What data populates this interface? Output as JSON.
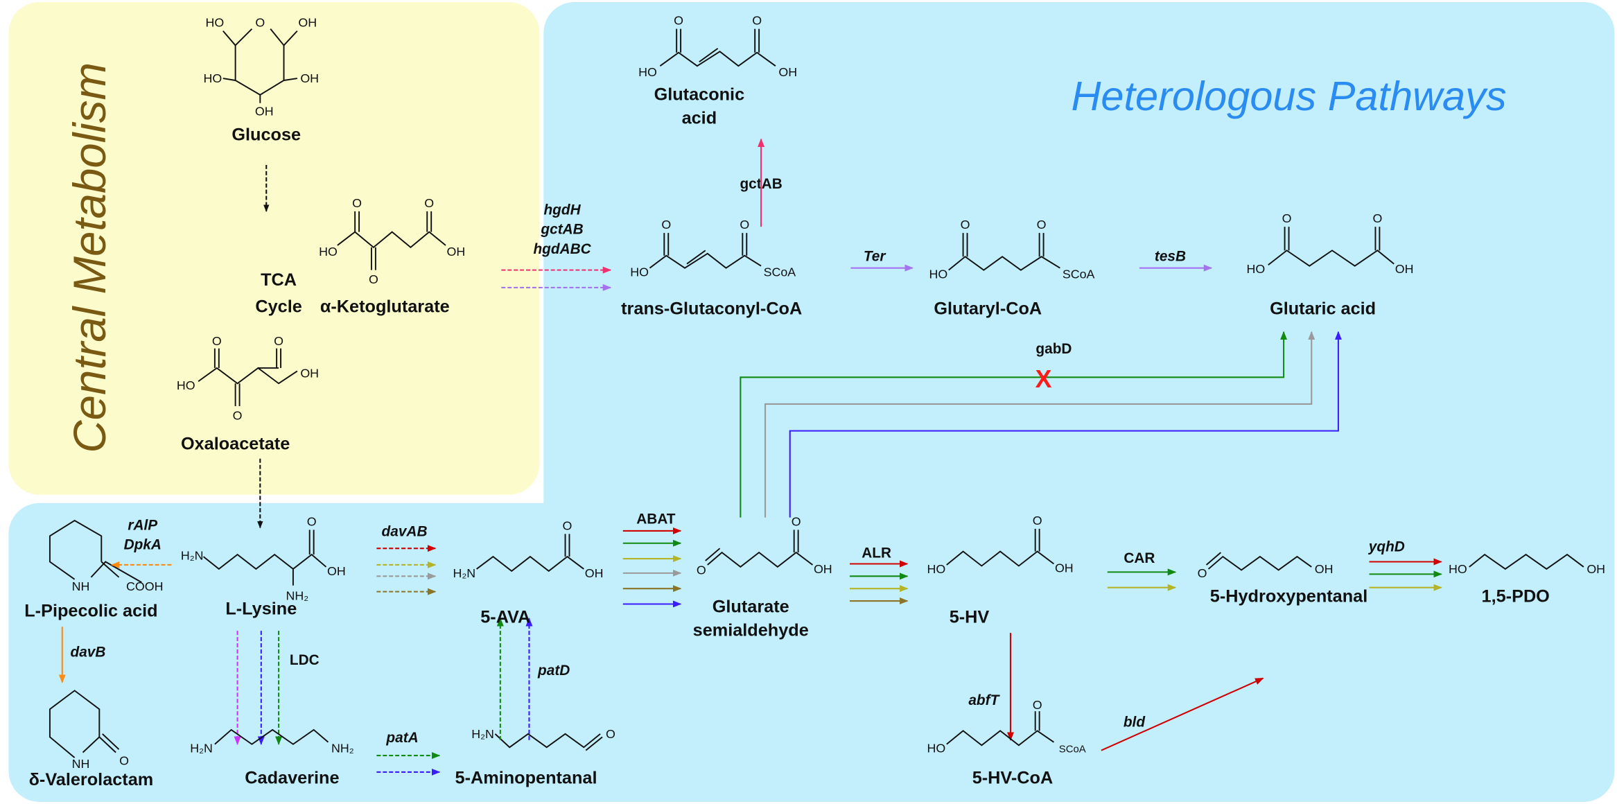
{
  "panels": {
    "central_title": "Central Metabolism",
    "heterologous_title": "Heterologous Pathways"
  },
  "atoms": {
    "HO": "HO",
    "OH": "OH",
    "O": "O",
    "H2N": "H₂N",
    "NH2": "NH₂",
    "NH": "NH",
    "COOH": "COOH",
    "SCoA": "SCoA"
  },
  "compounds": {
    "glucose": "Glucose",
    "tca1": "TCA",
    "tca2": "Cycle",
    "akg": "α-Ketoglutarate",
    "oxaloacetate": "Oxaloacetate",
    "glutaconic1": "Glutaconic",
    "glutaconic2": "acid",
    "glutaconyl_coa": "trans-Glutaconyl-CoA",
    "glutaryl_coa": "Glutaryl-CoA",
    "glutaric_acid": "Glutaric acid",
    "pipecolic": "L-Pipecolic acid",
    "lysine": "L-Lysine",
    "ava": "5-AVA",
    "gsa1": "Glutarate",
    "gsa2": "semialdehyde",
    "hv": "5-HV",
    "hydroxypentanal": "5-Hydroxypentanal",
    "pdo": "1,5-PDO",
    "valerolactam": "δ-Valerolactam",
    "cadaverine": "Cadaverine",
    "aminopentanal": "5-Aminopentanal",
    "hv_coa": "5-HV-CoA"
  },
  "enzymes": {
    "hgdH": "hgdH",
    "gctAB": "gctAB",
    "hgdABC": "hgdABC",
    "gctAB_up": "gctAB",
    "ter": "Ter",
    "tesB": "tesB",
    "gabD": "gabD",
    "blocked": "X",
    "rAlP": "rAlP",
    "DpkA": "DpkA",
    "davB": "davB",
    "davAB": "davAB",
    "LDC": "LDC",
    "patA": "patA",
    "patD": "patD",
    "ABAT": "ABAT",
    "ALR": "ALR",
    "CAR": "CAR",
    "yqhD": "yqhD",
    "abfT": "abfT",
    "bld": "bld"
  },
  "colors": {
    "central_bg": "#fbfbcb",
    "heterologous_bg": "#c3eefb",
    "central_title": "#7a5a12",
    "heterologous_title": "#2a8cf0",
    "red": "#d00000",
    "green": "#108a10",
    "yellowgreen": "#b4b428",
    "gray": "#9a9a9a",
    "brown": "#8a7428",
    "blue": "#3a1cff",
    "purple": "#a474f0",
    "pink": "#f0306e",
    "orange": "#ff8a10",
    "magenta": "#cc33ff"
  }
}
